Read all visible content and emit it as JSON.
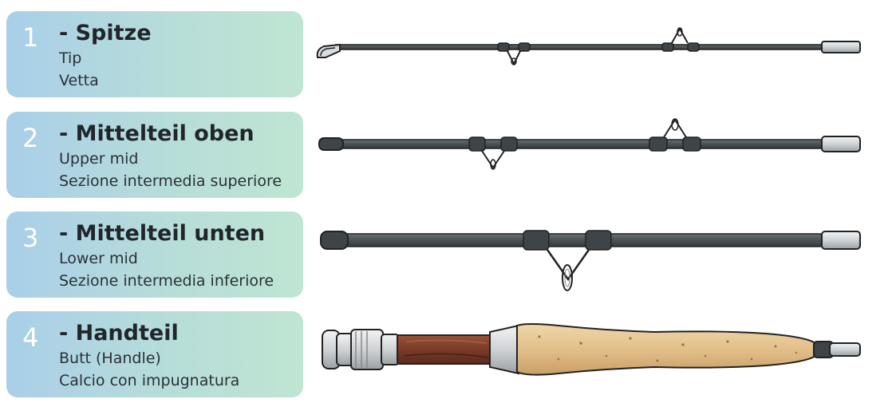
{
  "sections": [
    {
      "number": "1",
      "title": "- Spitze",
      "line1": "Tip",
      "line2": "Vetta"
    },
    {
      "number": "2",
      "title": "- Mittelteil oben",
      "line1": "Upper mid",
      "line2": "Sezione intermedia superiore"
    },
    {
      "number": "3",
      "title": "- Mittelteil unten",
      "line1": "Lower mid",
      "line2": "Sezione intermedia inferiore"
    },
    {
      "number": "4",
      "title": "- Handteil",
      "line1": "Butt (Handle)",
      "line2": "Calcio con impugnatura"
    }
  ],
  "colors": {
    "card_left": "#a9cfe9",
    "card_right": "#bfe5d3",
    "blank": "#4b5256",
    "ferrule": "#cfd3d6",
    "cork": "#e2bf8a",
    "wood": "#7a3b28"
  },
  "icons": [
    "rod-tip-icon",
    "rod-upper-mid-icon",
    "rod-lower-mid-icon",
    "rod-butt-handle-icon"
  ]
}
